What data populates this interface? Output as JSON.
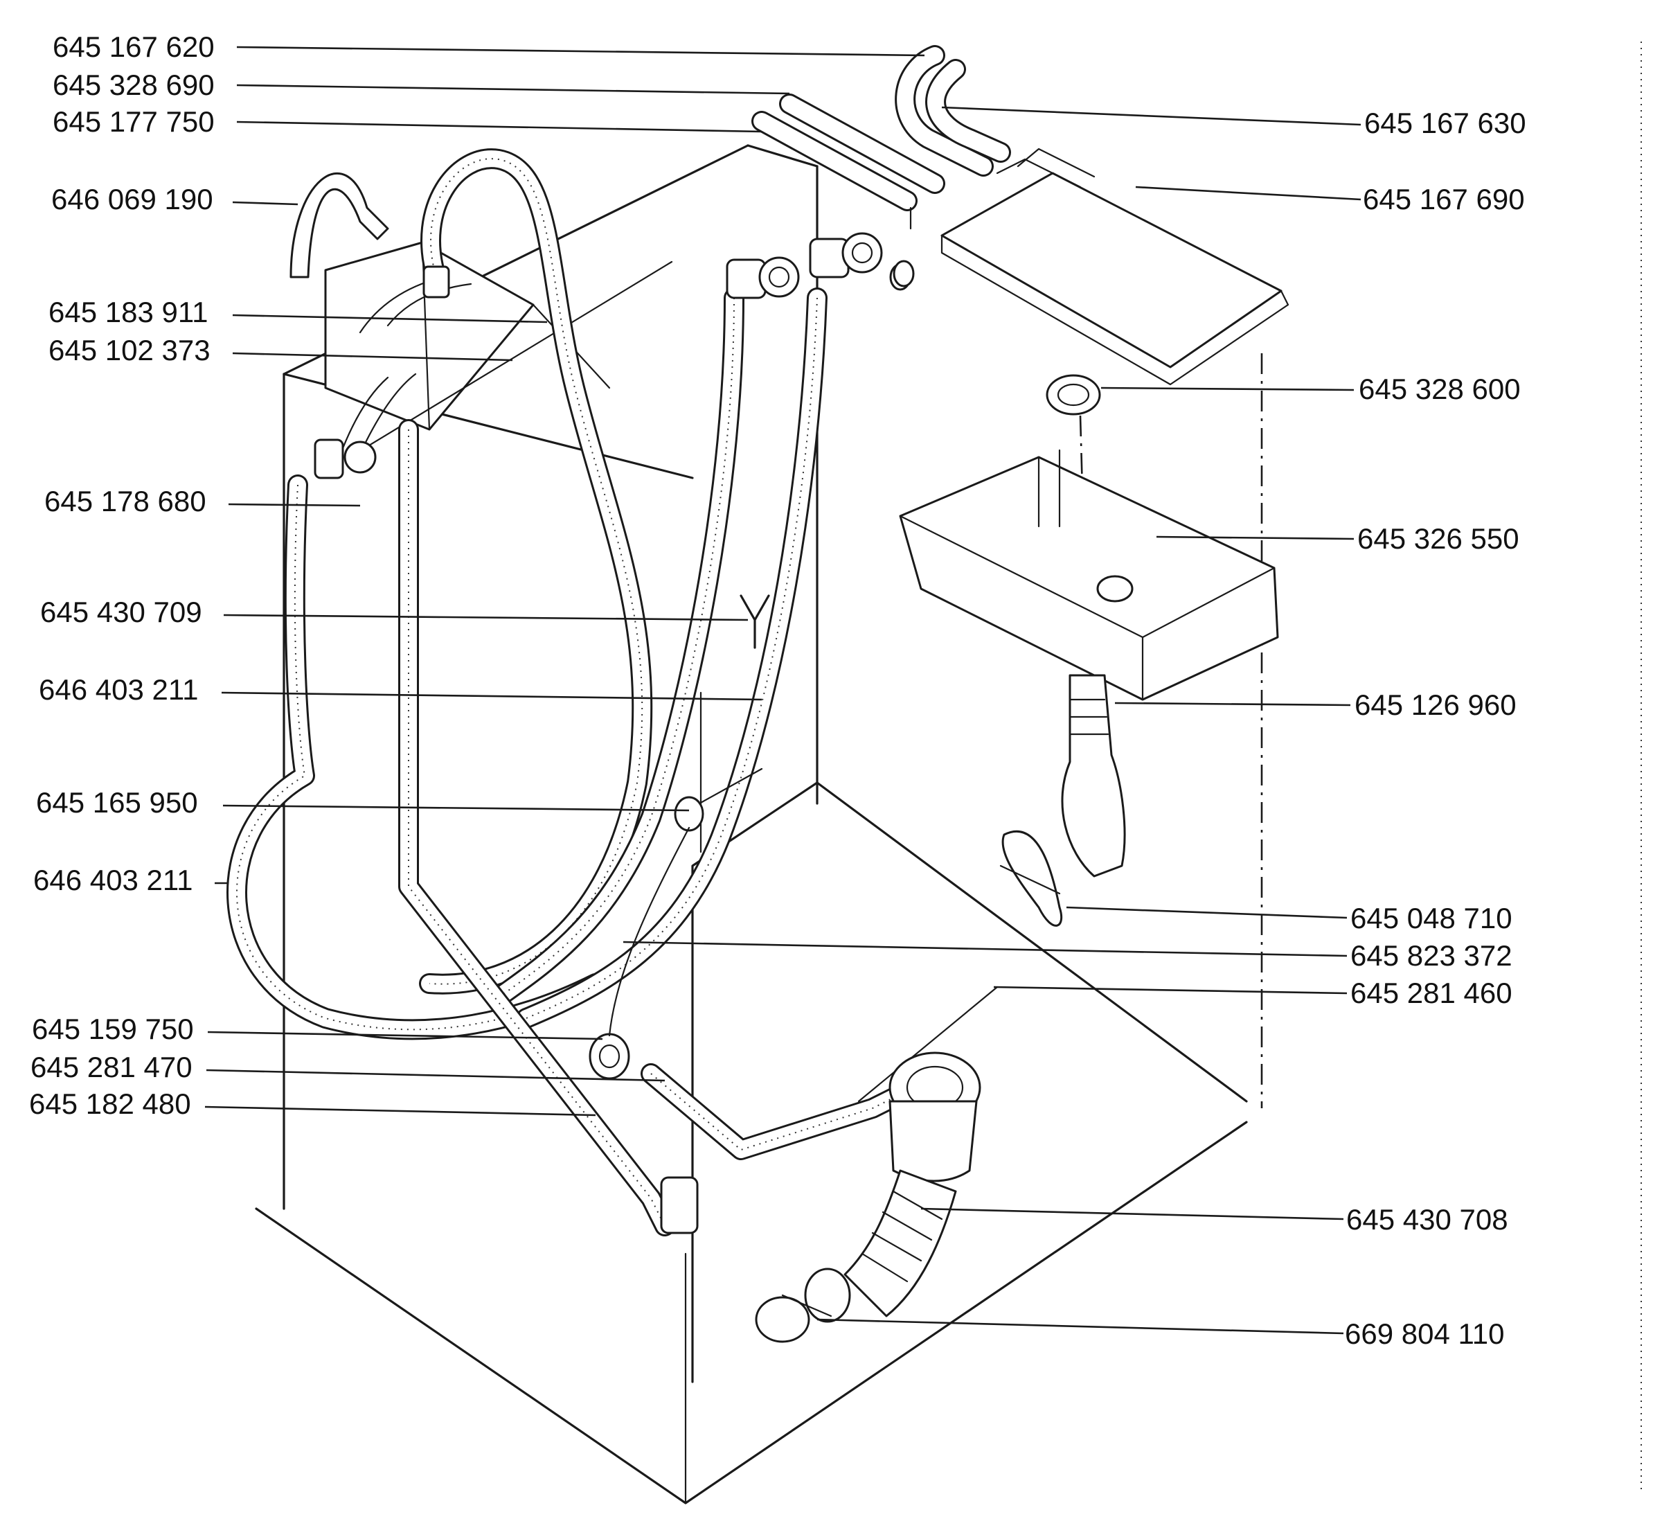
{
  "parts": [
    {
      "key": "p01",
      "number": "645 167 620"
    },
    {
      "key": "p02",
      "number": "645 328 690"
    },
    {
      "key": "p03",
      "number": "645 177 750"
    },
    {
      "key": "p04",
      "number": "646 069 190"
    },
    {
      "key": "p05",
      "number": "645 183 911"
    },
    {
      "key": "p06",
      "number": "645 102 373"
    },
    {
      "key": "p07",
      "number": "645 178 680"
    },
    {
      "key": "p08",
      "number": "645 430 709"
    },
    {
      "key": "p09",
      "number": "646 403 211"
    },
    {
      "key": "p10",
      "number": "645 165 950"
    },
    {
      "key": "p11",
      "number": "646 403 211"
    },
    {
      "key": "p12",
      "number": "645 159 750"
    },
    {
      "key": "p13",
      "number": "645 281 470"
    },
    {
      "key": "p14",
      "number": "645 182 480"
    },
    {
      "key": "p15",
      "number": "645 167 630"
    },
    {
      "key": "p16",
      "number": "645 167 690"
    },
    {
      "key": "p17",
      "number": "645 328 600"
    },
    {
      "key": "p18",
      "number": "645 326 550"
    },
    {
      "key": "p19",
      "number": "645 126 960"
    },
    {
      "key": "p20",
      "number": "645 048 710"
    },
    {
      "key": "p21",
      "number": "645 823 372"
    },
    {
      "key": "p22",
      "number": "645 281 460"
    },
    {
      "key": "p23",
      "number": "645 430 708"
    },
    {
      "key": "p24",
      "number": "669 804 110"
    }
  ]
}
